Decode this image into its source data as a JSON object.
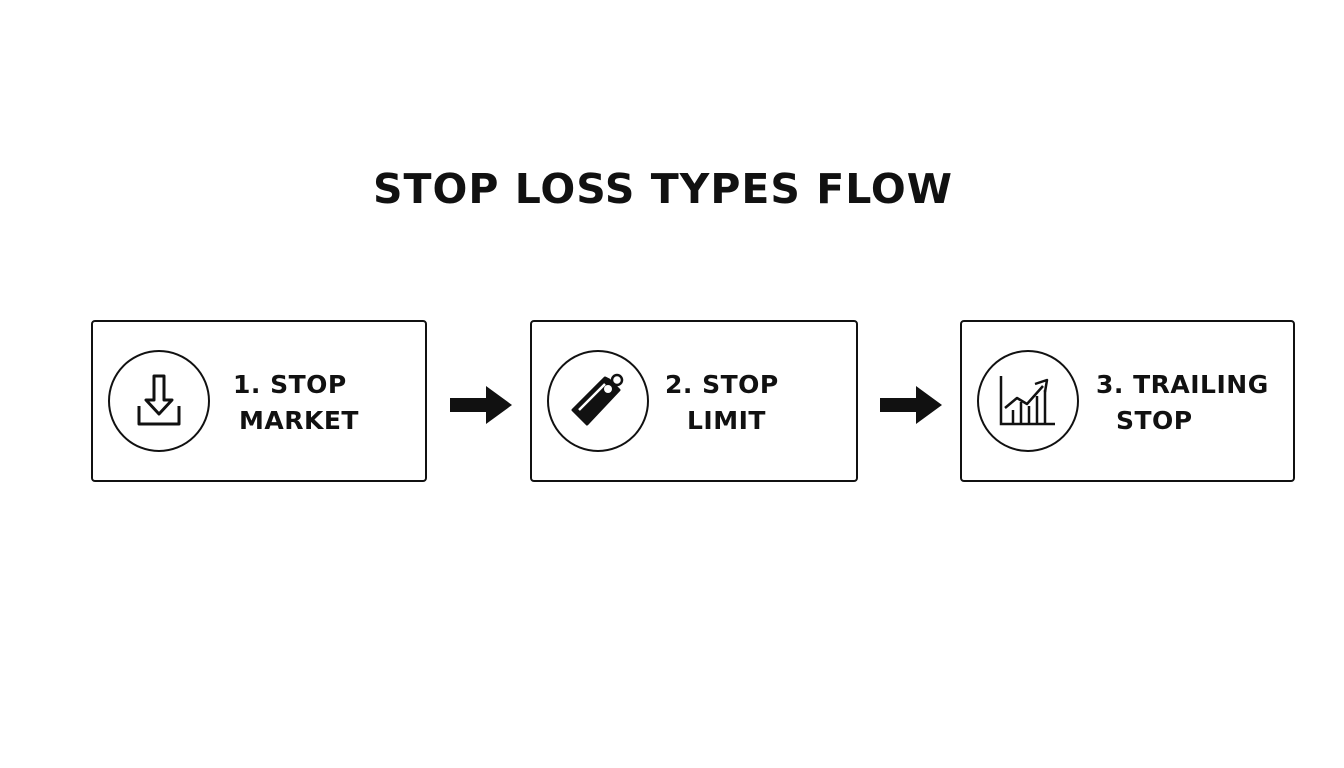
{
  "title": "STOP LOSS TYPES FLOW",
  "steps": [
    {
      "line1": "1. STOP",
      "line2": "MARKET",
      "icon": "download-arrow-icon"
    },
    {
      "line1": "2. STOP",
      "line2": "LIMIT",
      "icon": "price-tag-icon"
    },
    {
      "line1": "3. TRAILING",
      "line2": "STOP",
      "icon": "rising-chart-icon"
    }
  ],
  "colors": {
    "stroke": "#111111",
    "background": "#ffffff"
  }
}
